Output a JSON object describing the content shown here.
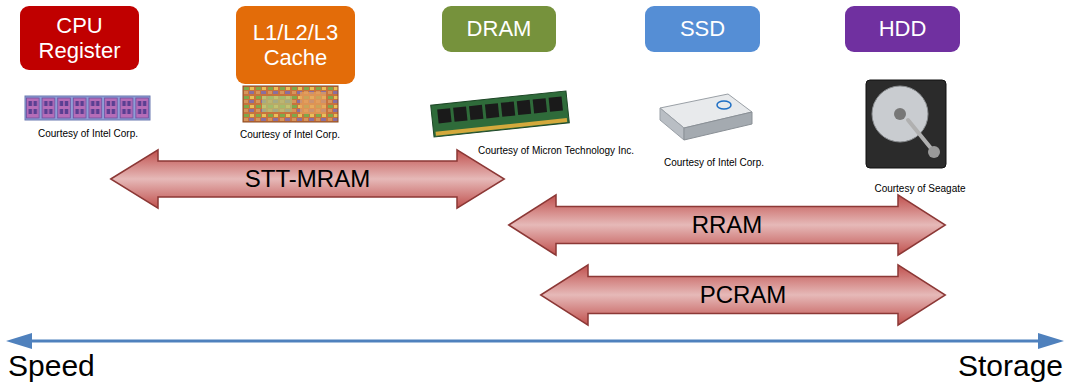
{
  "diagram": {
    "nodes": [
      {
        "text": [
          "CPU Register"
        ]
      },
      {
        "text": [
          "L1/L2/L3 Cache"
        ]
      },
      {
        "text": [
          "DRAM"
        ]
      },
      {
        "text": [
          "SSD"
        ]
      },
      {
        "text": [
          "HDD"
        ]
      },
      {
        "text": [
          "STT-MRAM"
        ]
      },
      {
        "text": [
          "RRAM"
        ]
      },
      {
        "text": [
          "PCRAM"
        ]
      }
    ],
    "labels": [
      "Courtesy of Intel Corp.",
      "Courtesy of Intel Corp.",
      "Courtesy of Micron Technology Inc.",
      "Courtesy of Intel Corp.",
      "Courtesy of Seagate",
      "Speed",
      "Storage"
    ]
  }
}
